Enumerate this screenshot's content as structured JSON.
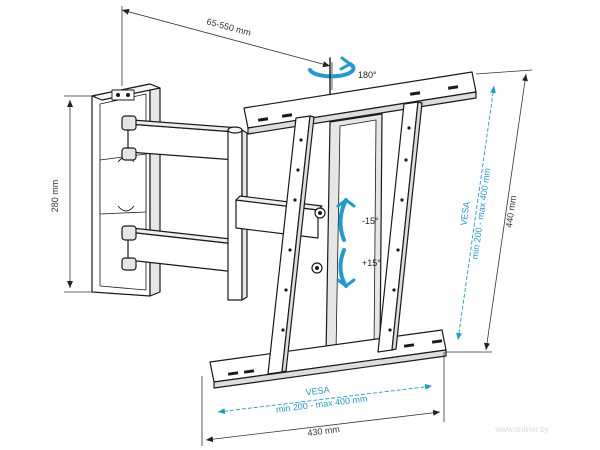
{
  "dimensions": {
    "arm_extension": "65-550 mm",
    "wall_plate_height": "280 mm",
    "bracket_height": "440 mm",
    "bracket_width": "430 mm"
  },
  "vesa": {
    "vertical_title": "VESA",
    "vertical_range": "min 200 - max 400 mm",
    "horizontal_title": "VESA",
    "horizontal_range": "min 200 - max 400 mm"
  },
  "rotation": {
    "swivel": "180°",
    "tilt_up": "-15°",
    "tilt_down": "+15°"
  },
  "watermark": "www.onliner.by",
  "colors": {
    "line": "#1a1a1a",
    "fill": "#ffffff",
    "accent": "#1f9bd3",
    "shade": "#e6e6e6"
  }
}
